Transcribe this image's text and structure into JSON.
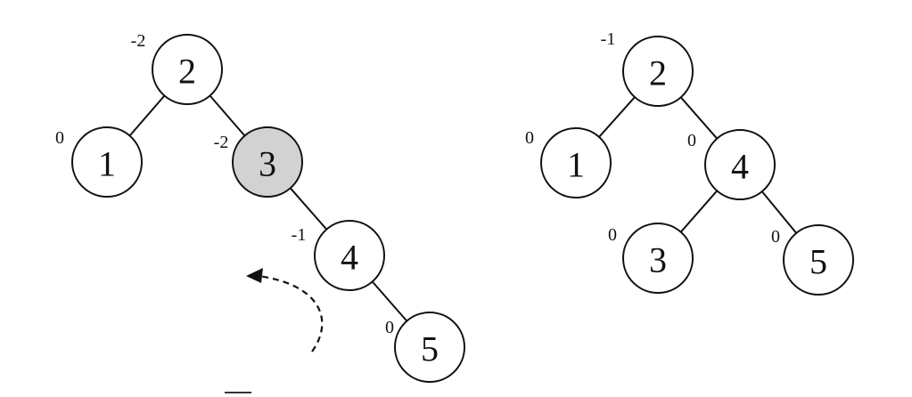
{
  "colors": {
    "node_fill": "#ffffff",
    "highlight_fill": "#d2d2d2",
    "stroke": "#111111"
  },
  "trees": [
    {
      "name": "before-rotation",
      "nodes": [
        {
          "key": "2",
          "balance": "-2",
          "highlight": false
        },
        {
          "key": "1",
          "balance": "0",
          "highlight": false
        },
        {
          "key": "3",
          "balance": "-2",
          "highlight": true
        },
        {
          "key": "4",
          "balance": "-1",
          "highlight": false
        },
        {
          "key": "5",
          "balance": "0",
          "highlight": false
        }
      ],
      "edges": [
        [
          "2",
          "1"
        ],
        [
          "2",
          "3"
        ],
        [
          "3",
          "4"
        ],
        [
          "4",
          "5"
        ]
      ],
      "rotation_arrow": "counterclockwise-dashed-arrow"
    },
    {
      "name": "after-rotation",
      "nodes": [
        {
          "key": "2",
          "balance": "-1",
          "highlight": false
        },
        {
          "key": "1",
          "balance": "0",
          "highlight": false
        },
        {
          "key": "4",
          "balance": "0",
          "highlight": false
        },
        {
          "key": "3",
          "balance": "0",
          "highlight": false
        },
        {
          "key": "5",
          "balance": "0",
          "highlight": false
        }
      ],
      "edges": [
        [
          "2",
          "1"
        ],
        [
          "2",
          "4"
        ],
        [
          "4",
          "3"
        ],
        [
          "4",
          "5"
        ]
      ]
    }
  ]
}
